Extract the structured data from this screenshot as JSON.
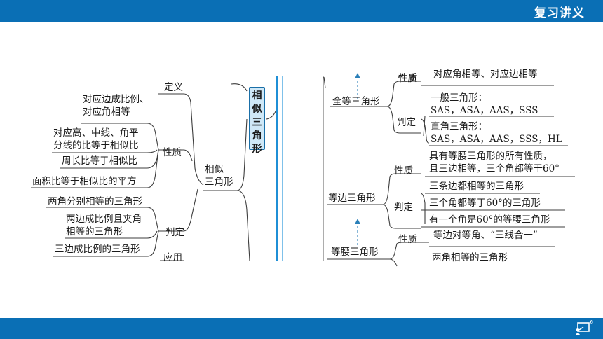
{
  "header": {
    "title": "复习讲义"
  },
  "footer": {
    "page": "6",
    "icon": "teacher-board-icon"
  },
  "left": {
    "center_box": [
      "相",
      "似",
      "三",
      "角",
      "形"
    ],
    "root": "相似\n三角形",
    "definition": "定义",
    "property": "性质",
    "property_items": [
      "对应边成比例、\n对应角相等",
      "对应高、中线、角平\n分线的比等于相似比",
      "周长比等于相似比",
      "面积比等于相似比的平方"
    ],
    "judgement": "判定",
    "judgement_items": [
      "两角分别相等的三角形",
      "两边成比例且夹角\n相等的三角形",
      "三边成比例的三角形"
    ],
    "application": "应用"
  },
  "right": {
    "congruent": "全等三角形",
    "congruent_property": "性质",
    "congruent_property_text": "对应角相等、对应边相等",
    "congruent_judgement": "判定",
    "congruent_judgement_items": [
      "一般三角形：\nSAS，ASA，AAS，SSS",
      "直角三角形：\nSAS，ASA，AAS，SSS，HL"
    ],
    "equilateral": "等边三角形",
    "equilateral_property": "性质",
    "equilateral_property_text": "具有等腰三角形的所有性质，\n且三边相等，三个角都等于60°",
    "equilateral_judgement": "判定",
    "equilateral_judgement_items": [
      "三条边都相等的三角形",
      "三个角都等于60°的三角形",
      "有一个角是60°的等腰三角形"
    ],
    "isosceles": "等腰三角形",
    "isosceles_property": "性质",
    "isosceles_property_text": "等边对等角、“三线合一”",
    "isosceles_judgement_text": "两角相等的三角形"
  }
}
